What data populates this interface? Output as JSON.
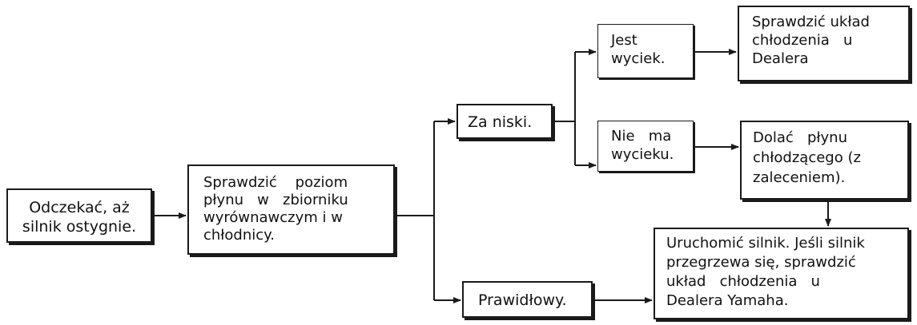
{
  "nodes": {
    "start": {
      "lines": [
        "Odczekać, aż",
        "silnik ostygnie."
      ]
    },
    "check_level": {
      "lines": [
        "Sprawdzić    poziom",
        "płynu   w   zbiorniku",
        "wyrównawczym i w",
        "chłodnicy."
      ]
    },
    "too_low": {
      "lines": [
        "Za niski."
      ]
    },
    "correct": {
      "lines": [
        "Prawidłowy."
      ]
    },
    "leak": {
      "lines": [
        "Jest",
        "wyciek."
      ]
    },
    "no_leak": {
      "lines": [
        "Nie   ma",
        "wycieku."
      ]
    },
    "check_dealer": {
      "lines": [
        "Sprawdzić układ",
        "chłodzenia   u",
        "Dealera"
      ]
    },
    "add_coolant": {
      "lines": [
        "Dolać   płynu",
        "chłodzącego (z",
        "zaleceniem)."
      ]
    },
    "start_engine": {
      "lines": [
        "Uruchomić silnik. Jeśli silnik",
        "przegrzewa się, sprawdzić",
        "układ   chłodzenia   u",
        "Dealera Yamaha."
      ]
    }
  }
}
